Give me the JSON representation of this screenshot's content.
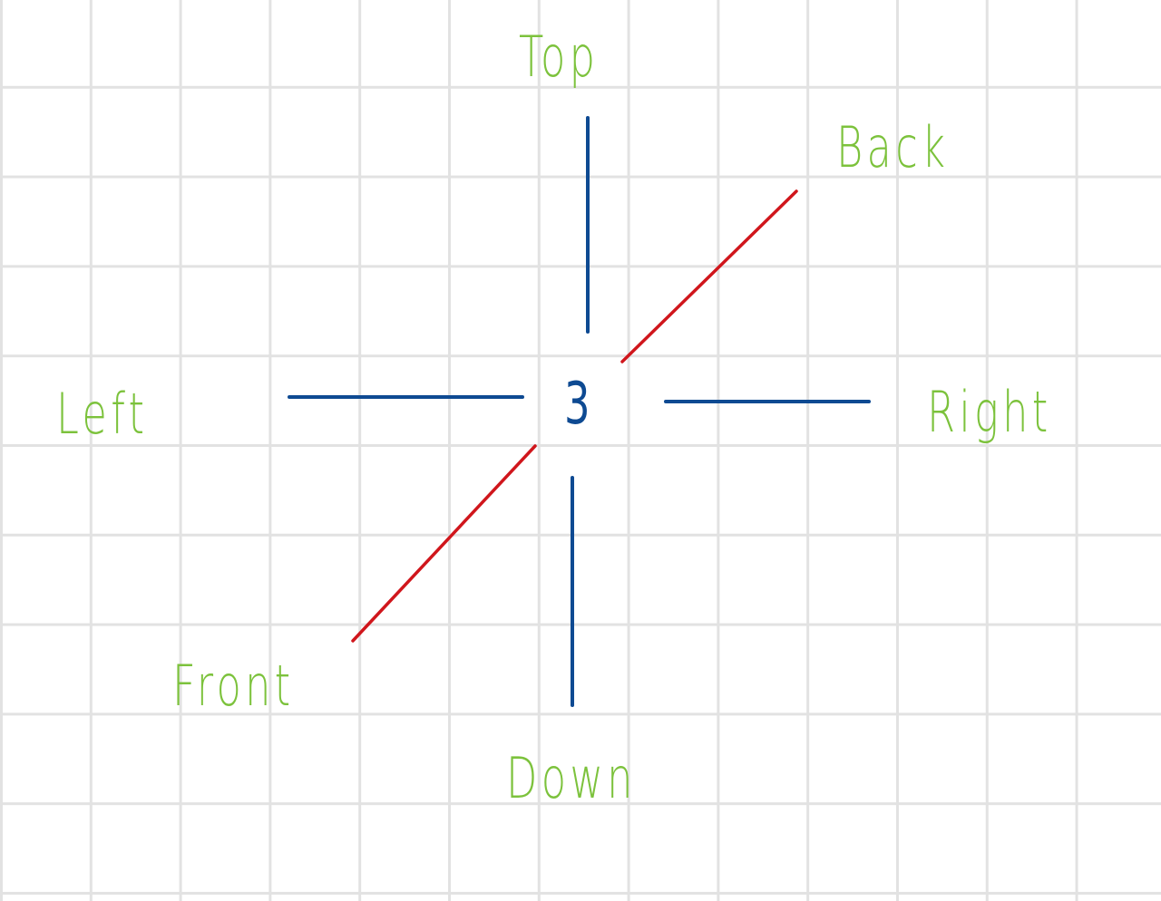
{
  "colors": {
    "grid": "#e2e2e2",
    "label": "#7cc23c",
    "axis": "#0e4a92",
    "depth_axis": "#d0161c"
  },
  "center": {
    "value": "3"
  },
  "labels": {
    "top": "Top",
    "back": "Back",
    "left": "Left",
    "right": "Right",
    "front": "Front",
    "down": "Down"
  }
}
